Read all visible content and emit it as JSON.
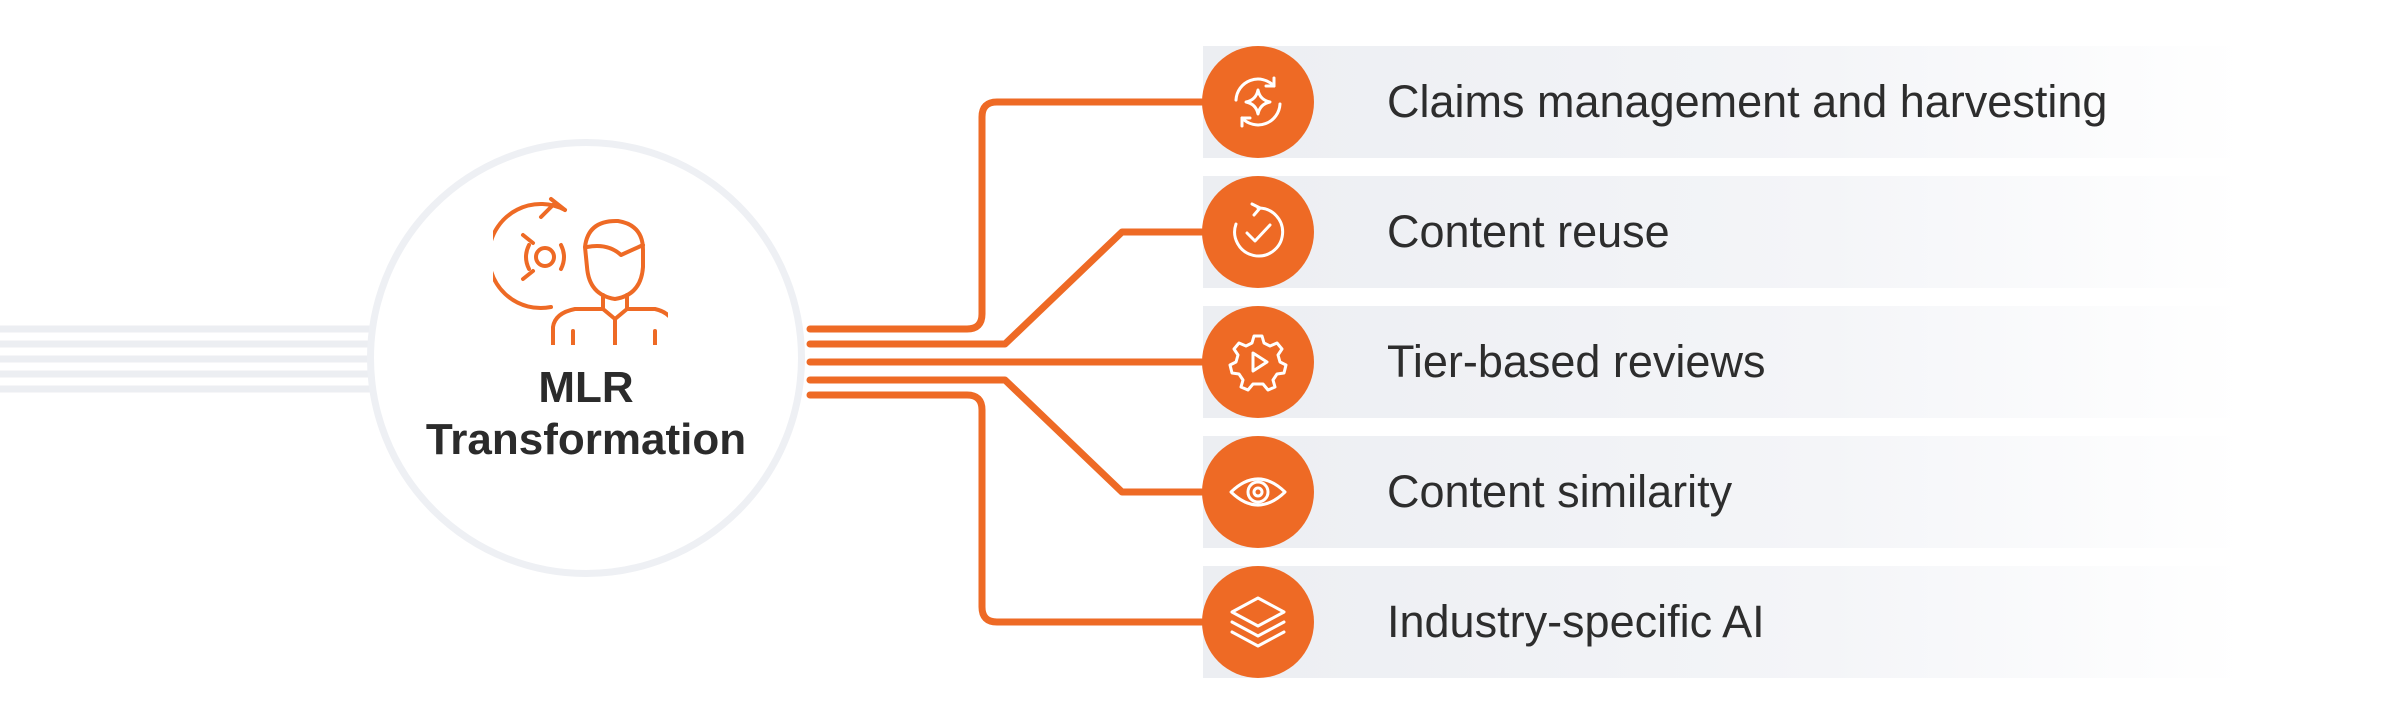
{
  "hub": {
    "title_line1": "MLR",
    "title_line2": "Transformation",
    "icon": "person-with-gear-icon"
  },
  "items": [
    {
      "label": "Claims management and harvesting",
      "icon": "sparkle-refresh-icon"
    },
    {
      "label": "Content reuse",
      "icon": "refresh-check-icon"
    },
    {
      "label": "Tier-based reviews",
      "icon": "gear-play-icon"
    },
    {
      "label": "Content similarity",
      "icon": "eye-icon"
    },
    {
      "label": "Industry-specific AI",
      "icon": "layers-icon"
    }
  ],
  "colors": {
    "accent": "#ee6a25",
    "text": "#2d2d2d",
    "row_background": "#eceef2",
    "hub_border": "#eef0f4"
  }
}
